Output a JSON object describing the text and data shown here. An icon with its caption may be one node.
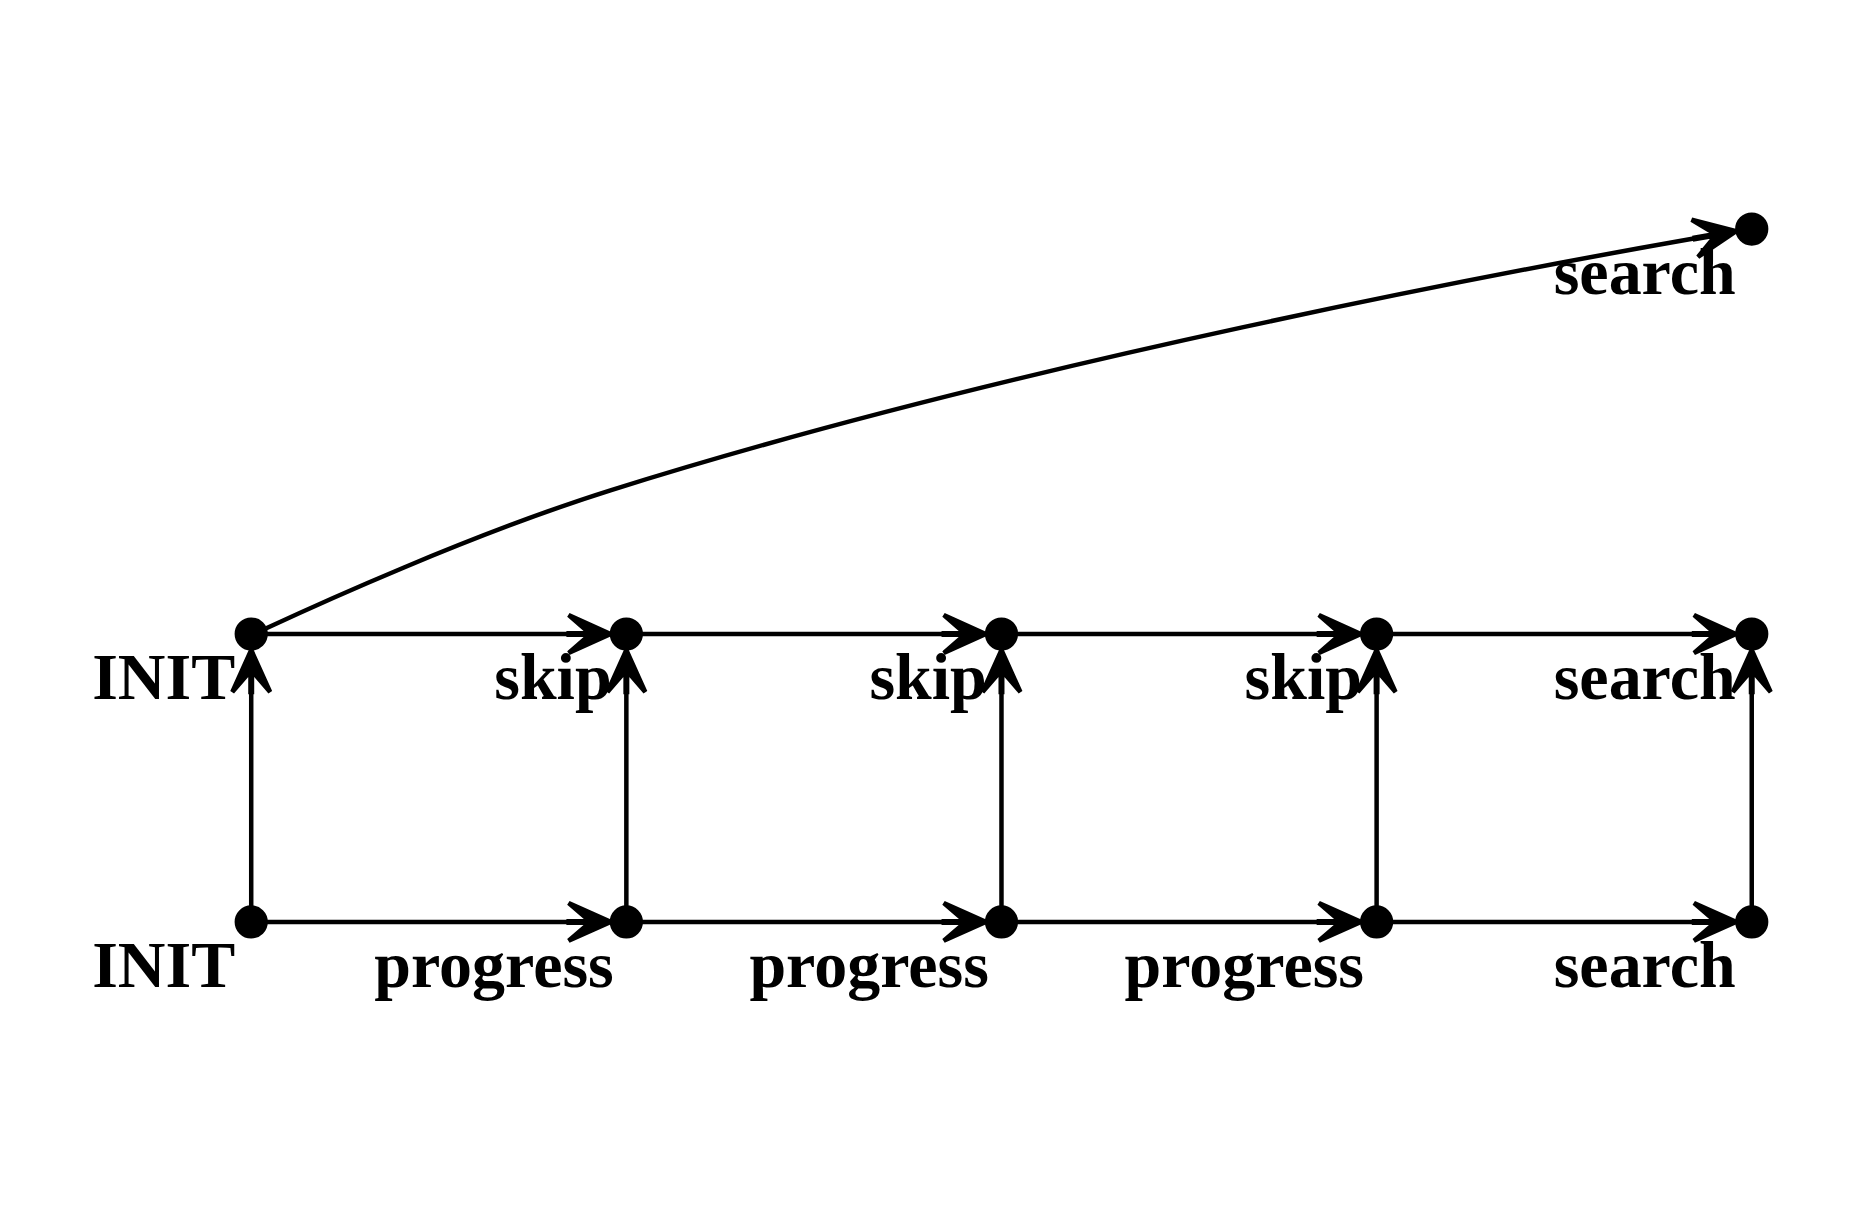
{
  "diagram": {
    "nodes": [
      {
        "text": [],
        "shape": "circle",
        "beside": [
          "search"
        ]
      },
      {
        "text": [],
        "shape": "circle",
        "beside": [
          "INIT"
        ]
      },
      {
        "text": [],
        "shape": "circle",
        "beside": [
          "skip"
        ]
      },
      {
        "text": [],
        "shape": "circle",
        "beside": [
          "skip"
        ]
      },
      {
        "text": [],
        "shape": "circle",
        "beside": [
          "skip"
        ]
      },
      {
        "text": [],
        "shape": "circle",
        "beside": [
          "search"
        ]
      },
      {
        "text": [],
        "shape": "circle",
        "beside": [
          "INIT"
        ]
      },
      {
        "text": [],
        "shape": "circle",
        "beside": [
          "progress"
        ]
      },
      {
        "text": [],
        "shape": "circle",
        "beside": [
          "progress"
        ]
      },
      {
        "text": [],
        "shape": "circle",
        "beside": [
          "progress"
        ]
      },
      {
        "text": [],
        "shape": "circle",
        "beside": [
          "search"
        ]
      }
    ],
    "edges": [
      {
        "from": 1,
        "to": 0,
        "arrow": "to"
      },
      {
        "from": 1,
        "to": 2,
        "arrow": "to"
      },
      {
        "from": 2,
        "to": 3,
        "arrow": "to"
      },
      {
        "from": 3,
        "to": 4,
        "arrow": "to"
      },
      {
        "from": 4,
        "to": 5,
        "arrow": "to"
      },
      {
        "from": 6,
        "to": 1,
        "arrow": "to"
      },
      {
        "from": 7,
        "to": 2,
        "arrow": "to"
      },
      {
        "from": 8,
        "to": 3,
        "arrow": "to"
      },
      {
        "from": 9,
        "to": 4,
        "arrow": "to"
      },
      {
        "from": 10,
        "to": 5,
        "arrow": "to"
      },
      {
        "from": 6,
        "to": 7,
        "arrow": "to"
      },
      {
        "from": 7,
        "to": 8,
        "arrow": "to"
      },
      {
        "from": 8,
        "to": 9,
        "arrow": "to"
      },
      {
        "from": 9,
        "to": 10,
        "arrow": "to"
      }
    ]
  }
}
